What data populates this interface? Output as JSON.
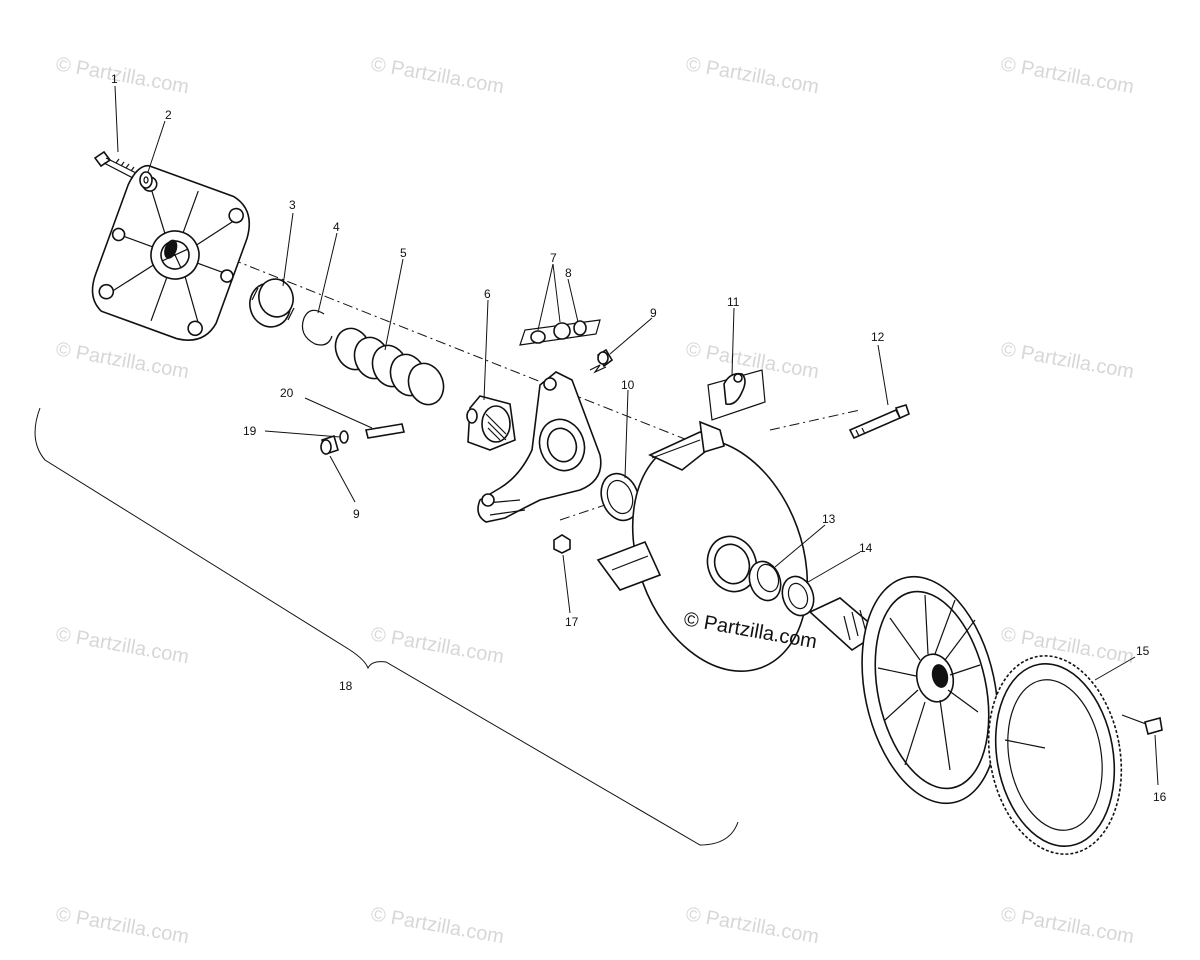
{
  "watermark": {
    "text": "© Partzilla.com",
    "center_text": "© Partzilla.com"
  },
  "callouts": [
    {
      "id": "1",
      "label": "1"
    },
    {
      "id": "2",
      "label": "2"
    },
    {
      "id": "3",
      "label": "3"
    },
    {
      "id": "4",
      "label": "4"
    },
    {
      "id": "5",
      "label": "5"
    },
    {
      "id": "6",
      "label": "6"
    },
    {
      "id": "7",
      "label": "7"
    },
    {
      "id": "8",
      "label": "8"
    },
    {
      "id": "9a",
      "label": "9"
    },
    {
      "id": "9b",
      "label": "9"
    },
    {
      "id": "10",
      "label": "10"
    },
    {
      "id": "11",
      "label": "11"
    },
    {
      "id": "12",
      "label": "12"
    },
    {
      "id": "13",
      "label": "13"
    },
    {
      "id": "14",
      "label": "14"
    },
    {
      "id": "15",
      "label": "15"
    },
    {
      "id": "16",
      "label": "16"
    },
    {
      "id": "17",
      "label": "17"
    },
    {
      "id": "18",
      "label": "18"
    },
    {
      "id": "19",
      "label": "19"
    },
    {
      "id": "20",
      "label": "20"
    }
  ]
}
